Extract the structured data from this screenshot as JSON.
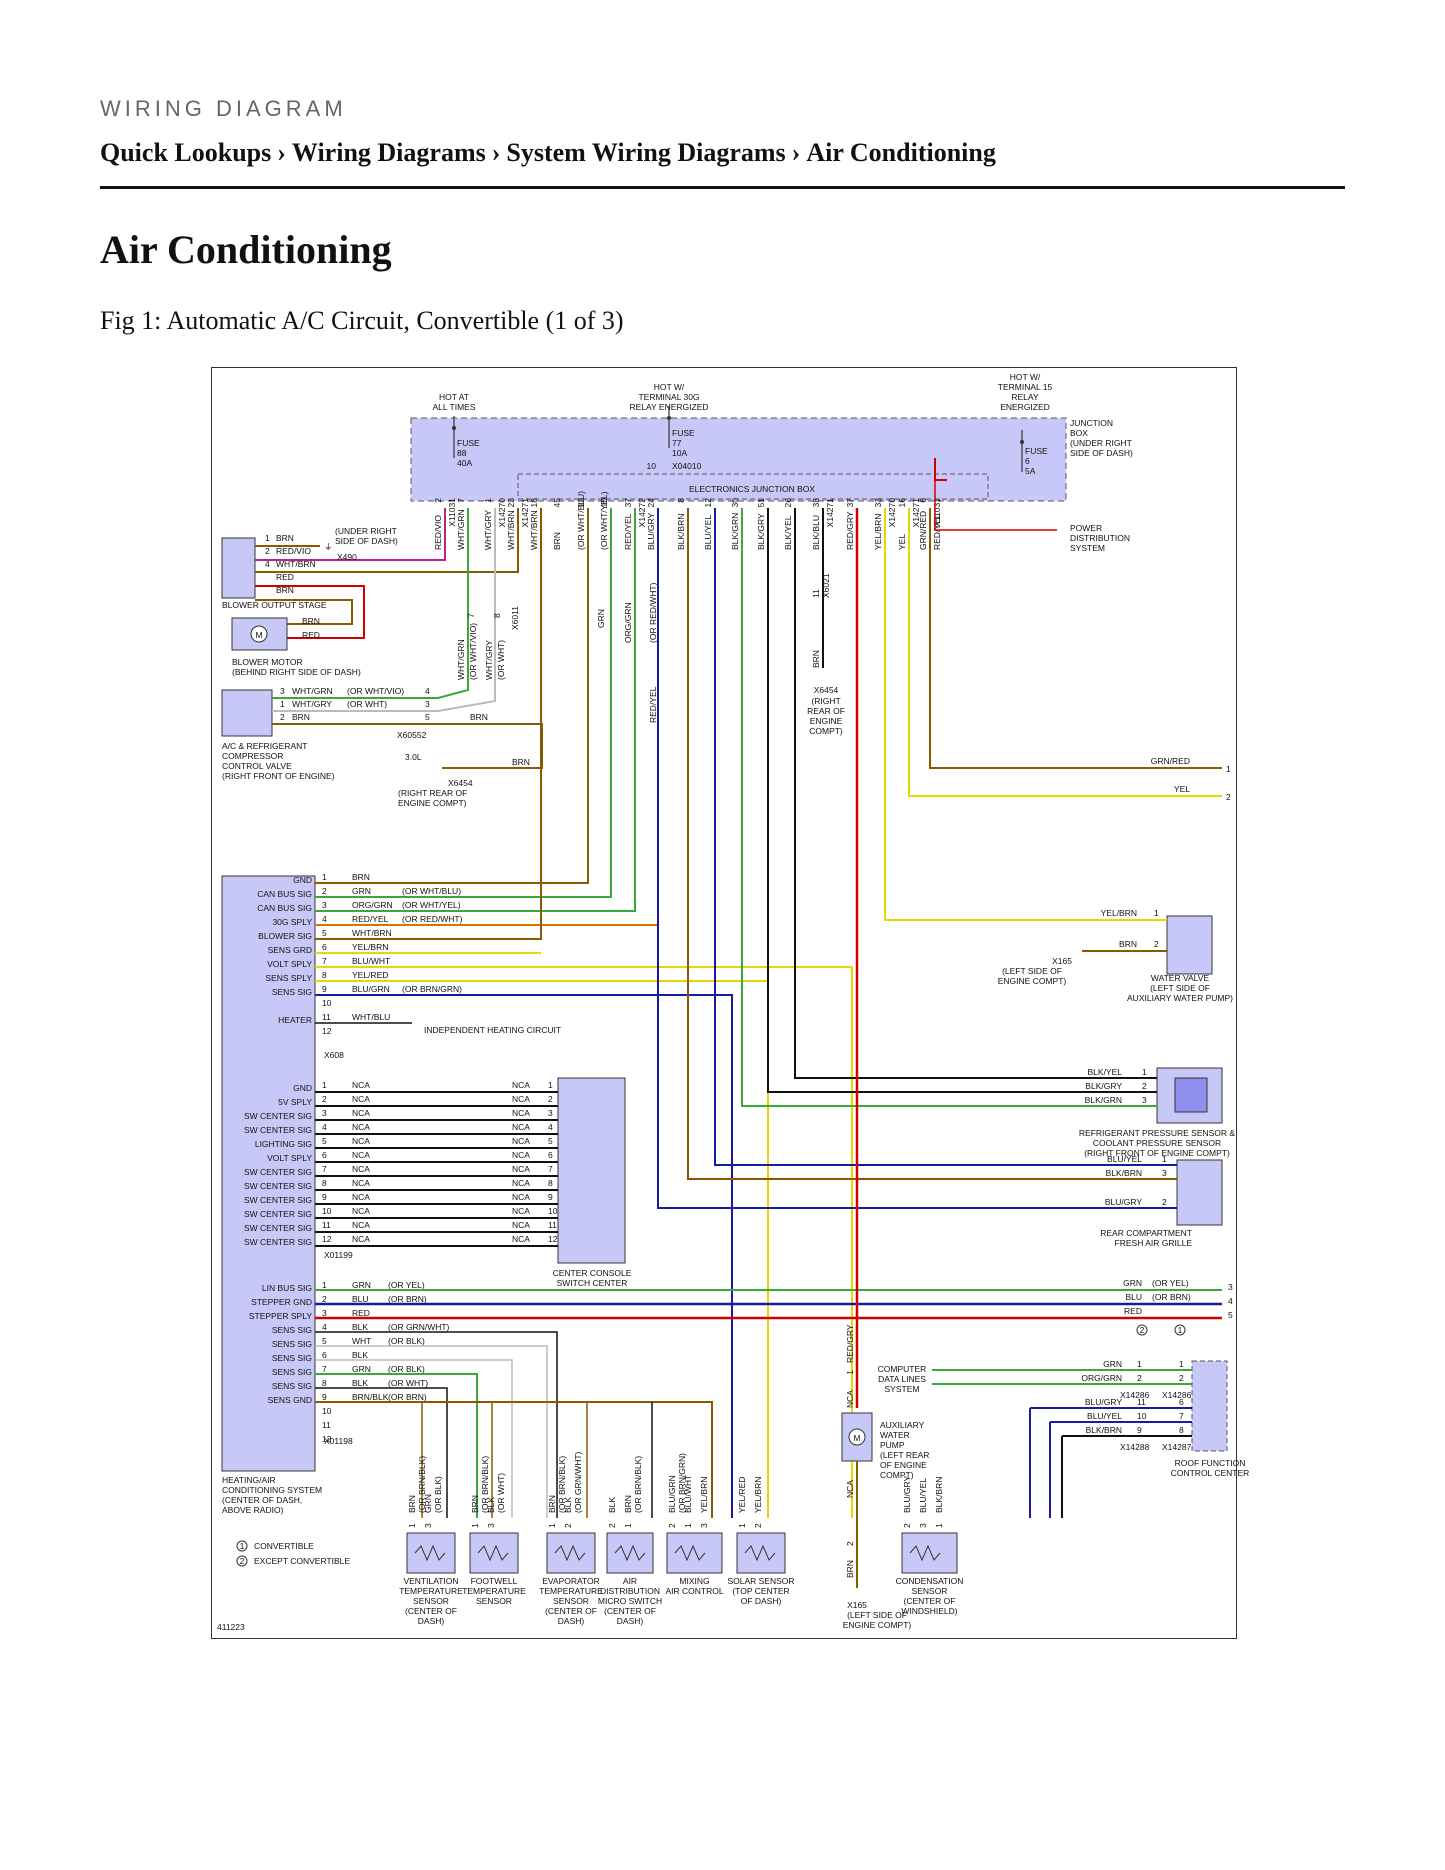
{
  "header": {
    "kicker": "WIRING DIAGRAM",
    "breadcrumbs": [
      "Quick Lookups",
      "Wiring Diagrams",
      "System Wiring Diagrams",
      "Air Conditioning"
    ],
    "separator": "›"
  },
  "page_title": "Air Conditioning",
  "figure_caption": "Fig 1: Automatic A/C Circuit, Convertible (1 of 3)",
  "diagram": {
    "figure_id": "411223",
    "power": {
      "hot_at_all_times": [
        "HOT AT",
        "ALL TIMES"
      ],
      "hot_30g": [
        "HOT W/",
        "TERMINAL 30G",
        "RELAY ENERGIZED"
      ],
      "hot_15": [
        "HOT W/",
        "TERMINAL 15",
        "RELAY",
        "ENERGIZED"
      ],
      "fuse88": [
        "FUSE",
        "88",
        "40A"
      ],
      "fuse77": [
        "FUSE",
        "77",
        "10A"
      ],
      "fuse6": [
        "FUSE",
        "6",
        "5A"
      ],
      "x04010_pin": "10",
      "x04010": "X04010",
      "junction_box": [
        "JUNCTION",
        "BOX",
        "(UNDER RIGHT",
        "SIDE OF DASH)"
      ],
      "ejb": "ELECTRONICS JUNCTION BOX",
      "power_distribution": [
        "POWER",
        "DISTRIBUTION",
        "SYSTEM"
      ]
    },
    "jb_pins": [
      {
        "pin": "2",
        "conn": "X11031",
        "wire": "RED/VIO",
        "alt": ""
      },
      {
        "pin": "7",
        "conn": "",
        "wire": "WHT/GRN",
        "alt": ""
      },
      {
        "pin": "1",
        "conn": "X14270",
        "wire": "WHT/GRY",
        "alt": ""
      },
      {
        "pin": "23",
        "conn": "X14271",
        "wire": "WHT/BRN",
        "alt": ""
      },
      {
        "pin": "18",
        "conn": "",
        "wire": "WHT/BRN",
        "alt": ""
      },
      {
        "pin": "45",
        "conn": "",
        "wire": "BRN",
        "alt": ""
      },
      {
        "pin": "12",
        "conn": "",
        "wire": "(OR WHT/BLU)",
        "alt": ""
      },
      {
        "pin": "10",
        "conn": "",
        "wire": "(OR WHT/YEL)",
        "alt": ""
      },
      {
        "pin": "37",
        "conn": "X14272",
        "wire": "RED/YEL",
        "alt": ""
      },
      {
        "pin": "24",
        "conn": "",
        "wire": "BLU/GRY",
        "alt": ""
      },
      {
        "pin": "8",
        "conn": "",
        "wire": "BLK/BRN",
        "alt": ""
      },
      {
        "pin": "12",
        "conn": "",
        "wire": "BLU/YEL",
        "alt": ""
      },
      {
        "pin": "30",
        "conn": "",
        "wire": "BLK/GRN",
        "alt": ""
      },
      {
        "pin": "51",
        "conn": "",
        "wire": "BLK/GRY",
        "alt": ""
      },
      {
        "pin": "26",
        "conn": "",
        "wire": "BLK/YEL",
        "alt": ""
      },
      {
        "pin": "38",
        "conn": "X14271",
        "wire": "BLK/BLU",
        "alt": ""
      },
      {
        "pin": "37",
        "conn": "",
        "wire": "RED/GRY",
        "alt": ""
      },
      {
        "pin": "33",
        "conn": "X14270",
        "wire": "YEL/BRN",
        "alt": ""
      },
      {
        "pin": "16",
        "conn": "X14271",
        "wire": "YEL",
        "alt": ""
      },
      {
        "pin": "6",
        "conn": "X11031",
        "wire": "GRN/RED",
        "alt": "RED/YEL"
      }
    ],
    "blower": {
      "wires": [
        {
          "pin": "1",
          "wire": "BRN"
        },
        {
          "pin": "2",
          "wire": "RED/VIO"
        },
        {
          "pin": "4",
          "wire": "WHT/BRN"
        },
        {
          "pin": "",
          "wire": "RED"
        },
        {
          "pin": "",
          "wire": "BRN"
        }
      ],
      "ground_note": [
        "(UNDER RIGHT",
        "SIDE OF DASH)"
      ],
      "ground_conn": "X490",
      "stage_label": "BLOWER OUTPUT STAGE",
      "motor_wires": [
        "BRN",
        "RED"
      ],
      "motor_label": [
        "BLOWER MOTOR",
        "(BEHIND RIGHT SIDE OF DASH)"
      ]
    },
    "compressor": {
      "wires": [
        {
          "pin": "3",
          "wire": "WHT/GRN",
          "alt": "(OR WHT/VIO)",
          "conn_pin": "4"
        },
        {
          "pin": "1",
          "wire": "WHT/GRY",
          "alt": "(OR WHT)",
          "conn_pin": "3"
        },
        {
          "pin": "2",
          "wire": "BRN",
          "alt": "",
          "conn_pin": "5"
        }
      ],
      "brn_right": "BRN",
      "conn": "X60552",
      "engine": "3.0L",
      "ground_brn": "BRN",
      "ground_conn": "X6454",
      "ground_note": [
        "(RIGHT REAR OF",
        "ENGINE COMPT)"
      ],
      "label": [
        "A/C & REFRIGERANT",
        "COMPRESSOR",
        "CONTROL VALVE",
        "(RIGHT FRONT OF ENGINE)"
      ],
      "splice_pins": [
        "7",
        "8"
      ],
      "splice_conn": "X6011",
      "vertical_wires": [
        "WHT/GRN",
        "(OR WHT/VIO)",
        "WHT/GRY",
        "(OR WHT)"
      ]
    },
    "blk_blu_ground": {
      "pin": "11",
      "conn": "X6021",
      "wire": "BRN",
      "ground": "X6454",
      "note": [
        "(RIGHT",
        "REAR OF",
        "ENGINE",
        "COMPT)"
      ]
    },
    "vertical_labels": {
      "grn": "GRN",
      "orggrn": "ORG/GRN",
      "or_red_wht": "(OR RED/WHT)",
      "redyel": "RED/YEL"
    },
    "right_side": {
      "grn_red": "GRN/RED",
      "grn_red_pin": "1",
      "yel": "YEL",
      "yel_pin": "2"
    },
    "water_valve": {
      "wires": [
        {
          "wire": "YEL/BRN",
          "pin": "1"
        },
        {
          "wire": "BRN",
          "pin": "2"
        }
      ],
      "ground_conn": "X165",
      "ground_note": [
        "(LEFT SIDE OF",
        "ENGINE COMPT)"
      ],
      "label": [
        "WATER VALVE",
        "(LEFT SIDE OF",
        "AUXILIARY WATER PUMP)"
      ]
    },
    "module": {
      "x608_labels": [
        "GND",
        "CAN BUS SIG",
        "CAN BUS SIG",
        "30G SPLY",
        "BLOWER SIG",
        "SENS GRD",
        "VOLT SPLY",
        "SENS SPLY",
        "SENS SIG",
        "",
        "HEATER",
        ""
      ],
      "x608_pins": [
        {
          "pin": "1",
          "wire": "BRN",
          "alt": ""
        },
        {
          "pin": "2",
          "wire": "GRN",
          "alt": "(OR WHT/BLU)"
        },
        {
          "pin": "3",
          "wire": "ORG/GRN",
          "alt": "(OR WHT/YEL)"
        },
        {
          "pin": "4",
          "wire": "RED/YEL",
          "alt": "(OR RED/WHT)"
        },
        {
          "pin": "5",
          "wire": "WHT/BRN",
          "alt": ""
        },
        {
          "pin": "6",
          "wire": "YEL/BRN",
          "alt": ""
        },
        {
          "pin": "7",
          "wire": "BLU/WHT",
          "alt": ""
        },
        {
          "pin": "8",
          "wire": "YEL/RED",
          "alt": ""
        },
        {
          "pin": "9",
          "wire": "BLU/GRN",
          "alt": "(OR BRN/GRN)"
        },
        {
          "pin": "10",
          "wire": "",
          "alt": ""
        },
        {
          "pin": "11",
          "wire": "WHT/BLU",
          "alt": ""
        },
        {
          "pin": "12",
          "wire": "",
          "alt": ""
        }
      ],
      "x608": "X608",
      "heating_circuit": "INDEPENDENT HEATING CIRCUIT",
      "x01199_labels": [
        "GND",
        "5V SPLY",
        "SW CENTER SIG",
        "SW CENTER SIG",
        "LIGHTING SIG",
        "VOLT SPLY",
        "SW CENTER SIG",
        "SW CENTER SIG",
        "SW CENTER SIG",
        "SW CENTER SIG",
        "SW CENTER SIG",
        "SW CENTER SIG"
      ],
      "x01199": "X01199",
      "nca": "NCA",
      "pins12": [
        "1",
        "2",
        "3",
        "4",
        "5",
        "6",
        "7",
        "8",
        "9",
        "10",
        "11",
        "12"
      ],
      "x01198_labels": [
        "LIN BUS SIG",
        "STEPPER GND",
        "STEPPER SPLY",
        "SENS SIG",
        "SENS SIG",
        "SENS SIG",
        "SENS SIG",
        "SENS SIG",
        "SENS GND",
        "",
        "",
        ""
      ],
      "x01198_pins": [
        {
          "pin": "1",
          "wire": "GRN",
          "alt": "(OR YEL)"
        },
        {
          "pin": "2",
          "wire": "BLU",
          "alt": "(OR BRN)"
        },
        {
          "pin": "3",
          "wire": "RED",
          "alt": ""
        },
        {
          "pin": "4",
          "wire": "BLK",
          "alt": "(OR GRN/WHT)"
        },
        {
          "pin": "5",
          "wire": "WHT",
          "alt": "(OR BLK)"
        },
        {
          "pin": "6",
          "wire": "BLK",
          "alt": ""
        },
        {
          "pin": "7",
          "wire": "GRN",
          "alt": "(OR BLK)"
        },
        {
          "pin": "8",
          "wire": "BLK",
          "alt": "(OR WHT)"
        },
        {
          "pin": "9",
          "wire": "BRN/BLK",
          "alt": "(OR BRN)"
        },
        {
          "pin": "10",
          "wire": "",
          "alt": ""
        },
        {
          "pin": "11",
          "wire": "",
          "alt": ""
        },
        {
          "pin": "12",
          "wire": "",
          "alt": ""
        }
      ],
      "x01198": "X01198",
      "label": [
        "HEATING/AIR",
        "CONDITIONING SYSTEM",
        "(CENTER OF DASH,",
        "ABOVE RADIO)"
      ]
    },
    "center_console": [
      "CENTER CONSOLE",
      "SWITCH CENTER"
    ],
    "refrigerant_sensor": {
      "wires": [
        {
          "wire": "BLK/YEL",
          "pin": "1"
        },
        {
          "wire": "BLK/GRY",
          "pin": "2"
        },
        {
          "wire": "BLK/GRN",
          "pin": "3"
        }
      ],
      "label": [
        "REFRIGERANT PRESSURE SENSOR &",
        "COOLANT PRESSURE SENSOR",
        "(RIGHT FRONT OF ENGINE COMPT)"
      ]
    },
    "fresh_air_grille": {
      "wires": [
        {
          "wire": "BLU/YEL",
          "pin": "1"
        },
        {
          "wire": "BLK/BRN",
          "pin": "3"
        },
        {
          "wire": "BLU/GRY",
          "pin": "2"
        }
      ],
      "label": [
        "REAR COMPARTMENT",
        "FRESH AIR GRILLE"
      ]
    },
    "right_bus": [
      {
        "wire": "GRN",
        "alt": "(OR YEL)",
        "pin": "3"
      },
      {
        "wire": "BLU",
        "alt": "(OR BRN)",
        "pin": "4"
      },
      {
        "wire": "RED",
        "alt": "",
        "pin": "5"
      }
    ],
    "roof": {
      "markers": [
        "2",
        "1"
      ],
      "computer_lines": [
        "COMPUTER",
        "DATA LINES",
        "SYSTEM"
      ],
      "rows": [
        {
          "wire": "GRN",
          "pinA": "1",
          "pinB": "1"
        },
        {
          "wire": "ORG/GRN",
          "pinA": "2",
          "pinB": "2"
        },
        {
          "wire": "BLU/GRY",
          "pinA": "11",
          "pinB": "6"
        },
        {
          "wire": "BLU/YEL",
          "pinA": "10",
          "pinB": "7"
        },
        {
          "wire": "BLK/BRN",
          "pinA": "9",
          "pinB": "8"
        }
      ],
      "conns": [
        "X14286",
        "X14286",
        "X14288",
        "X14287"
      ],
      "label": [
        "ROOF FUNCTION",
        "CONTROL CENTER"
      ]
    },
    "pump": {
      "wire_top": "RED/GRY",
      "pin_top": "1",
      "nca1": "NCA",
      "nca2": "NCA",
      "pin_bot": "2",
      "wire_bot": "BRN",
      "ground": "X165",
      "ground_note": [
        "(LEFT SIDE OF",
        "ENGINE COMPT)"
      ],
      "label": [
        "AUXILIARY",
        "WATER",
        "PUMP",
        "(LEFT REAR",
        "OF ENGINE",
        "COMPT)"
      ]
    },
    "sensors": [
      {
        "pins": [
          {
            "pin": "1",
            "wire": "BRN",
            "alt": "(OR BRN/BLK)"
          },
          {
            "pin": "3",
            "wire": "GRN",
            "alt": "(OR BLK)"
          }
        ],
        "label": [
          "VENTILATION",
          "TEMPERATURE",
          "SENSOR",
          "(CENTER OF",
          "DASH)"
        ]
      },
      {
        "pins": [
          {
            "pin": "1",
            "wire": "BRN",
            "alt": "(OR BRN/BLK)"
          },
          {
            "pin": "3",
            "wire": "BLK",
            "alt": "(OR WHT)"
          }
        ],
        "label": [
          "FOOTWELL",
          "TEMPERATURE",
          "SENSOR"
        ],
        "extra": {
          "wire": "WHT",
          "alt": "(OR BLK)"
        }
      },
      {
        "pins": [
          {
            "pin": "1",
            "wire": "BRN",
            "alt": "(OR BRN/BLK)"
          },
          {
            "pin": "2",
            "wire": "BLK",
            "alt": "(OR GRN/WHT)"
          }
        ],
        "label": [
          "EVAPORATOR",
          "TEMPERATURE",
          "SENSOR",
          "(CENTER OF",
          "DASH)"
        ]
      },
      {
        "pins": [
          {
            "pin": "2",
            "wire": "BLK",
            "alt": ""
          },
          {
            "pin": "1",
            "wire": "BRN",
            "alt": "(OR BRN/BLK)"
          }
        ],
        "label": [
          "AIR",
          "DISTRIBUTION",
          "MICRO SWITCH",
          "(CENTER OF",
          "DASH)"
        ]
      },
      {
        "pins": [
          {
            "pin": "2",
            "wire": "BLU/GRN",
            "alt": "(OR BRN/GRN)"
          },
          {
            "pin": "1",
            "wire": "BLU/WHT",
            "alt": ""
          },
          {
            "pin": "3",
            "wire": "YEL/BRN",
            "alt": ""
          }
        ],
        "label": [
          "MIXING",
          "AIR CONTROL"
        ]
      },
      {
        "pins": [
          {
            "pin": "1",
            "wire": "YEL/RED",
            "alt": ""
          },
          {
            "pin": "2",
            "wire": "YEL/BRN",
            "alt": ""
          }
        ],
        "label": [
          "SOLAR SENSOR",
          "(TOP CENTER",
          "OF DASH)"
        ]
      },
      {
        "pins": [
          {
            "pin": "2",
            "wire": "BLU/GRY",
            "alt": ""
          },
          {
            "pin": "3",
            "wire": "BLU/YEL",
            "alt": ""
          },
          {
            "pin": "1",
            "wire": "BLK/BRN",
            "alt": ""
          }
        ],
        "label": [
          "CONDENSATION",
          "SENSOR",
          "(CENTER OF",
          "WINDSHIELD)"
        ]
      }
    ],
    "legend": [
      {
        "mark": "1",
        "text": "CONVERTIBLE"
      },
      {
        "mark": "2",
        "text": "EXCEPT CONVERTIBLE"
      }
    ],
    "colors": {
      "component_fill": "#c8c8f8",
      "red": "#d00000",
      "brown": "#8b5a00",
      "green": "#3aa83a",
      "yellow": "#e8d800",
      "blue": "#1a1aa0",
      "black": "#111111",
      "white": "#bbbbbb",
      "orange": "#e07000",
      "violet": "#c0208a"
    }
  }
}
